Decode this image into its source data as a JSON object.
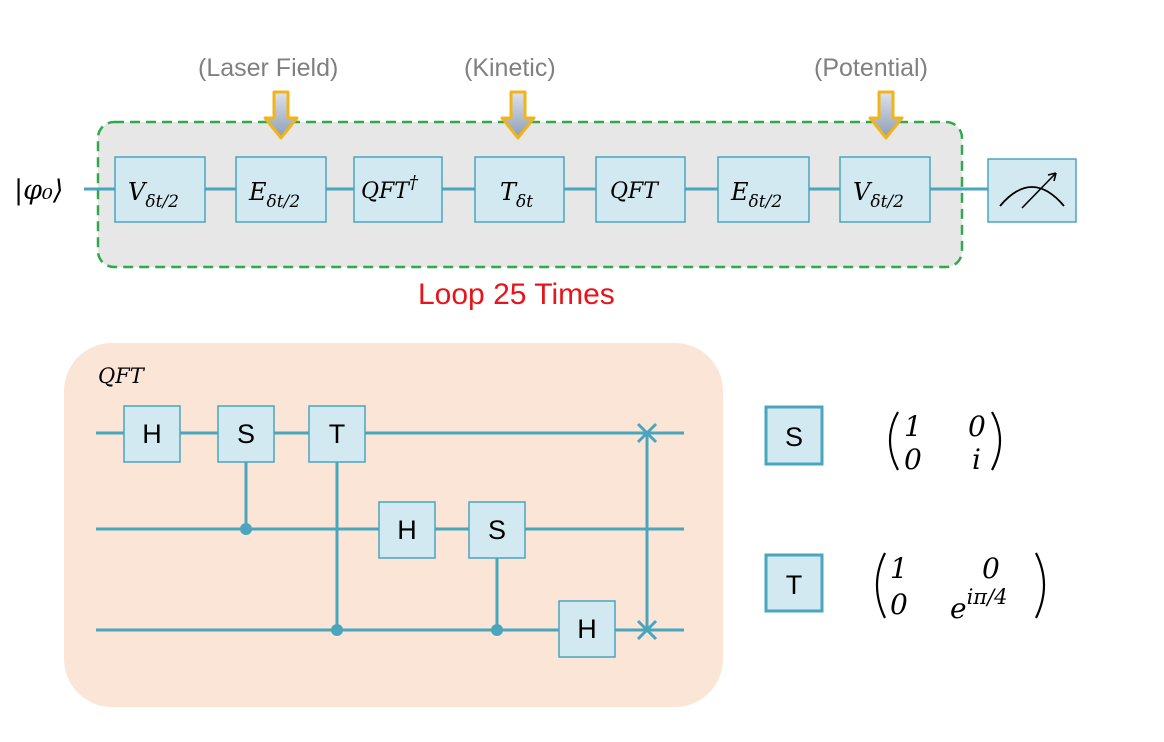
{
  "top_circuit": {
    "input_state": "|φ₀⟩",
    "annotations": {
      "laser": "(Laser Field)",
      "kinetic": "(Kinetic)",
      "potential": "(Potential)"
    },
    "gates": [
      {
        "main": "V",
        "sub": "δt/2"
      },
      {
        "main": "E",
        "sub": "δt/2"
      },
      {
        "main": "QFT",
        "sup": "†"
      },
      {
        "main": "T",
        "sub": "δt"
      },
      {
        "main": "QFT"
      },
      {
        "main": "E",
        "sub": "δt/2"
      },
      {
        "main": "V",
        "sub": "δt/2"
      }
    ],
    "loop_label": "Loop 25 Times",
    "colors": {
      "loop_label": "#e8141a",
      "loop_border": "#2eaa4a",
      "loop_fill": "#e7e7e7",
      "arrow": "#f2b419",
      "annotation": "#808080"
    }
  },
  "qft_detail": {
    "title": "QFT",
    "gates": [
      "H",
      "S",
      "T",
      "H",
      "S",
      "H"
    ],
    "swap": "swap-icon",
    "colors": {
      "panel_fill": "#fbe5d6",
      "wire": "#4aa5bf",
      "gate_fill": "#d3e9f2"
    }
  },
  "legend": {
    "s": {
      "label": "S",
      "matrix": [
        [
          "1",
          "0"
        ],
        [
          "0",
          "i"
        ]
      ]
    },
    "t": {
      "label": "T",
      "matrix": [
        [
          "1",
          "0"
        ],
        [
          "0",
          "e"
        ]
      ],
      "exponent": "iπ/4"
    }
  }
}
